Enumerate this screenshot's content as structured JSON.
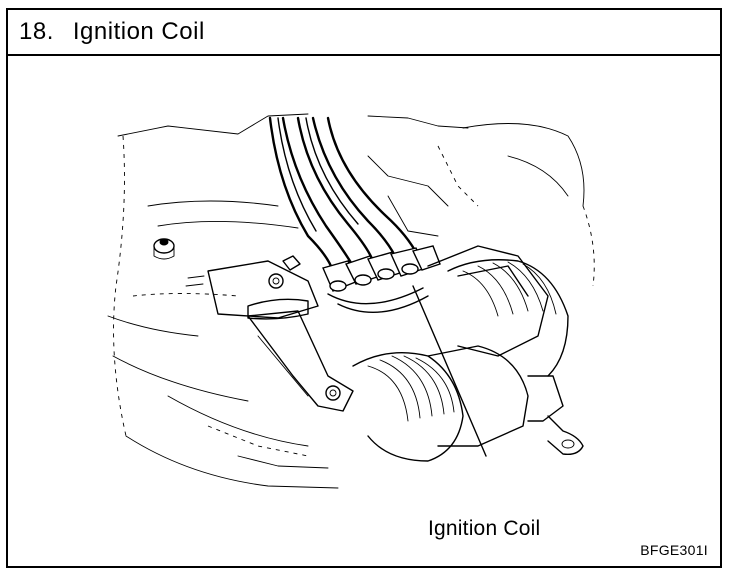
{
  "header": {
    "step_number": "18.",
    "title": "Ignition Coil"
  },
  "illustration": {
    "callout_label": "Ignition Coil",
    "figure_code": "BFGE301I"
  }
}
